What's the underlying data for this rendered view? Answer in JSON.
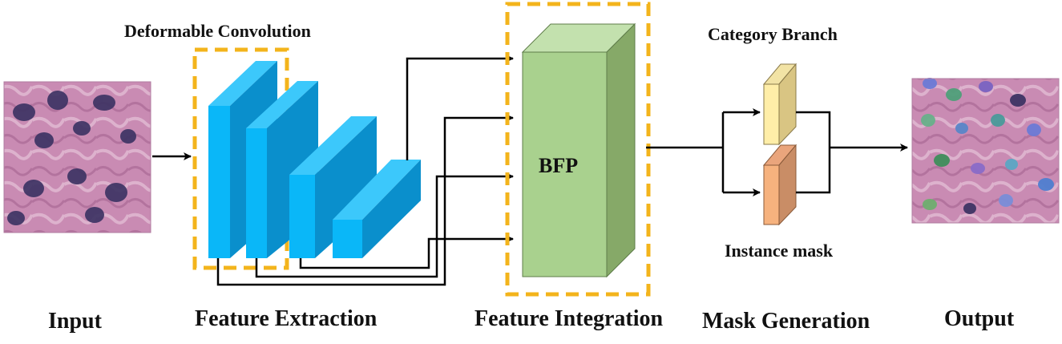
{
  "diagram": {
    "stages": {
      "input": "Input",
      "feature_extraction": "Feature Extraction",
      "feature_integration": "Feature Integration",
      "mask_generation": "Mask Generation",
      "output": "Output"
    },
    "annotations": {
      "deformable_convolution": "Deformable Convolution",
      "category_branch": "Category Branch",
      "instance_mask": "Instance mask"
    },
    "bfp_label": "BFP",
    "colors": {
      "conv_front": "#0AB7F8",
      "conv_side": "#0A8FCC",
      "conv_top": "#3CC8FB",
      "bfp_front": "#A9D18E",
      "bfp_side": "#86A968",
      "bfp_top": "#C3E1AE",
      "dashed_box": "#F3B41C",
      "category_front": "#FFEEA8",
      "category_side": "#D9C583",
      "mask_front": "#F6B27E",
      "mask_side": "#C98D66",
      "tissue": "#C98BB3",
      "nucleus": "#3E3464"
    }
  }
}
